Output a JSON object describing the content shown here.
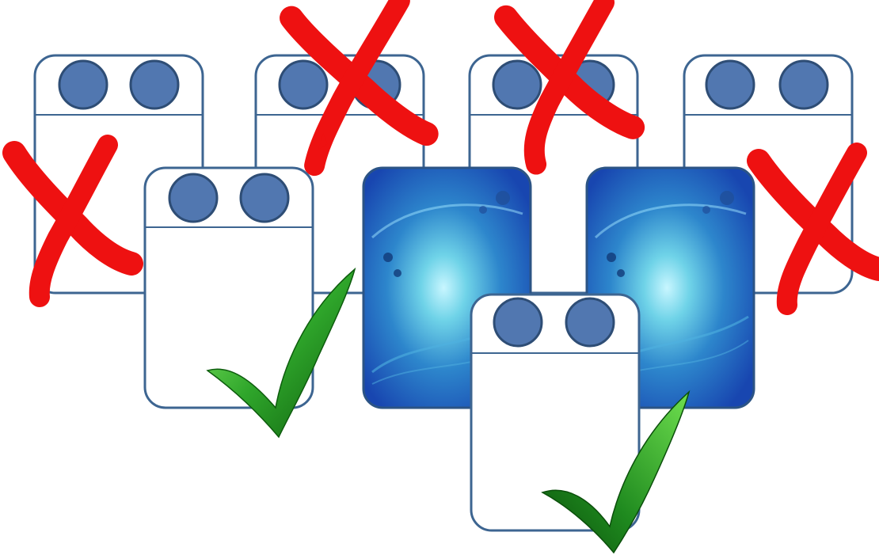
{
  "colors": {
    "background": "#ffffff",
    "card_border": "#3d6591",
    "card_fill": "#ffffff",
    "dot_fill": "#5177b0",
    "dot_stroke": "#2e4d75",
    "image_card_border": "#2c5485",
    "image_deep_blue": "#1846b0",
    "image_glow": "#bff2ff",
    "cross_red": "#ee1111",
    "check_light": "#7ee25a",
    "check_dark": "#0d5c0d"
  },
  "cards": [
    {
      "id": "back-1",
      "kind": "blank",
      "status": "rejected"
    },
    {
      "id": "back-2",
      "kind": "blank",
      "status": "rejected"
    },
    {
      "id": "back-3",
      "kind": "blank",
      "status": "rejected"
    },
    {
      "id": "back-4",
      "kind": "blank",
      "status": "rejected"
    },
    {
      "id": "front-1",
      "kind": "blank",
      "status": "accepted"
    },
    {
      "id": "image-1",
      "kind": "image"
    },
    {
      "id": "image-2",
      "kind": "image"
    },
    {
      "id": "front-2",
      "kind": "blank",
      "status": "accepted"
    }
  ],
  "marks": {
    "rejected_icon": "red-cross-icon",
    "accepted_icon": "green-checkmark-icon",
    "rejected_count": 4,
    "accepted_count": 2
  }
}
